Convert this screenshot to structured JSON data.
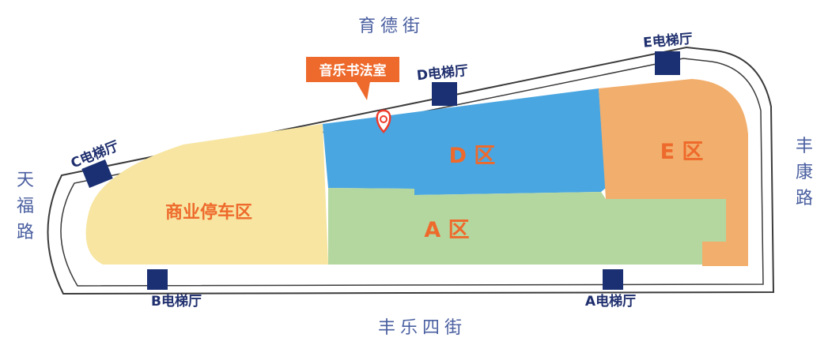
{
  "streets": {
    "north": "育德街",
    "south": "丰乐四街",
    "west": [
      "天",
      "福",
      "路"
    ],
    "east": [
      "丰",
      "康",
      "路"
    ]
  },
  "zones": {
    "parking": "商业停车区",
    "d": "D 区",
    "a": "A 区",
    "e": "E 区"
  },
  "elevators": {
    "a": "A电梯厅",
    "b": "B电梯厅",
    "c": "C电梯厅",
    "d": "D电梯厅",
    "e": "E电梯厅"
  },
  "marker": {
    "label": "音乐书法室",
    "icon": "location-pin-icon"
  },
  "colors": {
    "parking": "#f7e5a1",
    "zone_d": "#4aa6e1",
    "zone_a": "#b4d7a0",
    "zone_e": "#f2ae6c",
    "elevator": "#1a3072",
    "street_text": "#4a5fa0",
    "zone_text": "#ee6a2c",
    "marker_bg": "#ee6a2c",
    "outline": "#3b3b3b"
  }
}
